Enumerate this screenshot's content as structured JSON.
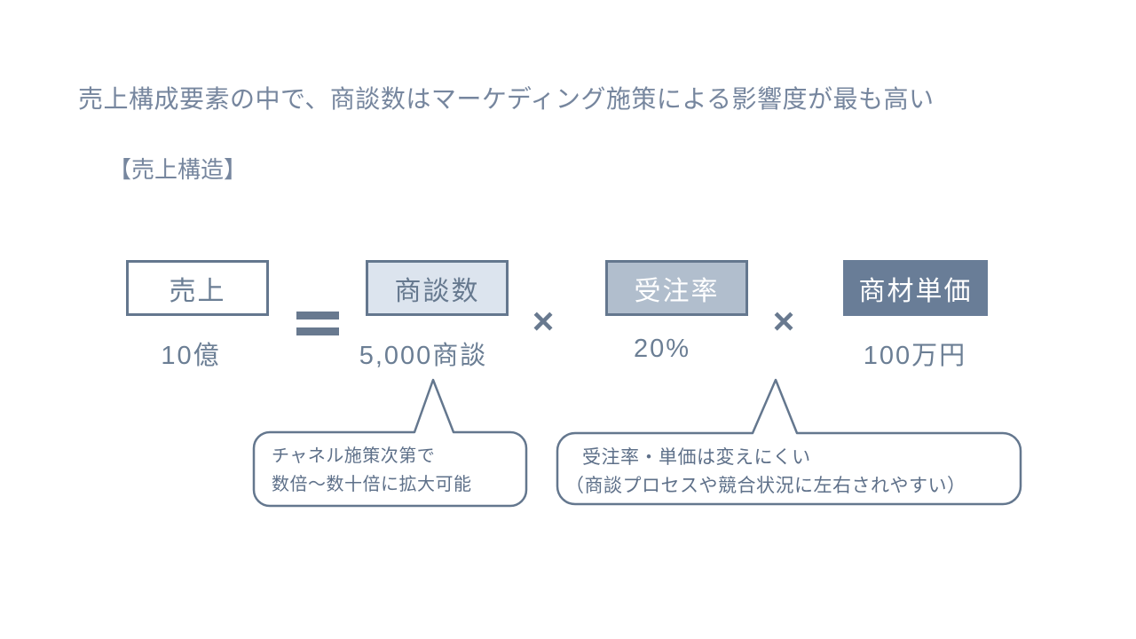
{
  "slide": {
    "title": "売上構成要素の中で、商談数はマーケディング施策による影響度が最も高い",
    "section_label": "【売上構造】"
  },
  "formula": {
    "terms": [
      {
        "label": "売上",
        "value": "10億"
      },
      {
        "label": "商談数",
        "value": "5,000商談"
      },
      {
        "label": "受注率",
        "value": "20%"
      },
      {
        "label": "商材単価",
        "value": "100万円"
      }
    ],
    "operators": {
      "equals": "＝",
      "times1": "×",
      "times2": "×"
    }
  },
  "callouts": {
    "deal_count": {
      "line1": "チャネル施策次第で",
      "line2": "数倍〜数十倍に拡大可能"
    },
    "rate_and_price": {
      "line1": "受注率・単価は変えにくい",
      "line2": "（商談プロセスや競合状況に左右されやすい）"
    }
  },
  "colors": {
    "background": "#ffffff",
    "slate_text": "#6b7e94",
    "title_text": "#76869e",
    "box_border": "#64778e",
    "box_light_fill": "#dce4ee",
    "box_medium_fill": "#b1becd",
    "box_dark_fill": "#697d97",
    "callout_text": "#5e7089"
  }
}
